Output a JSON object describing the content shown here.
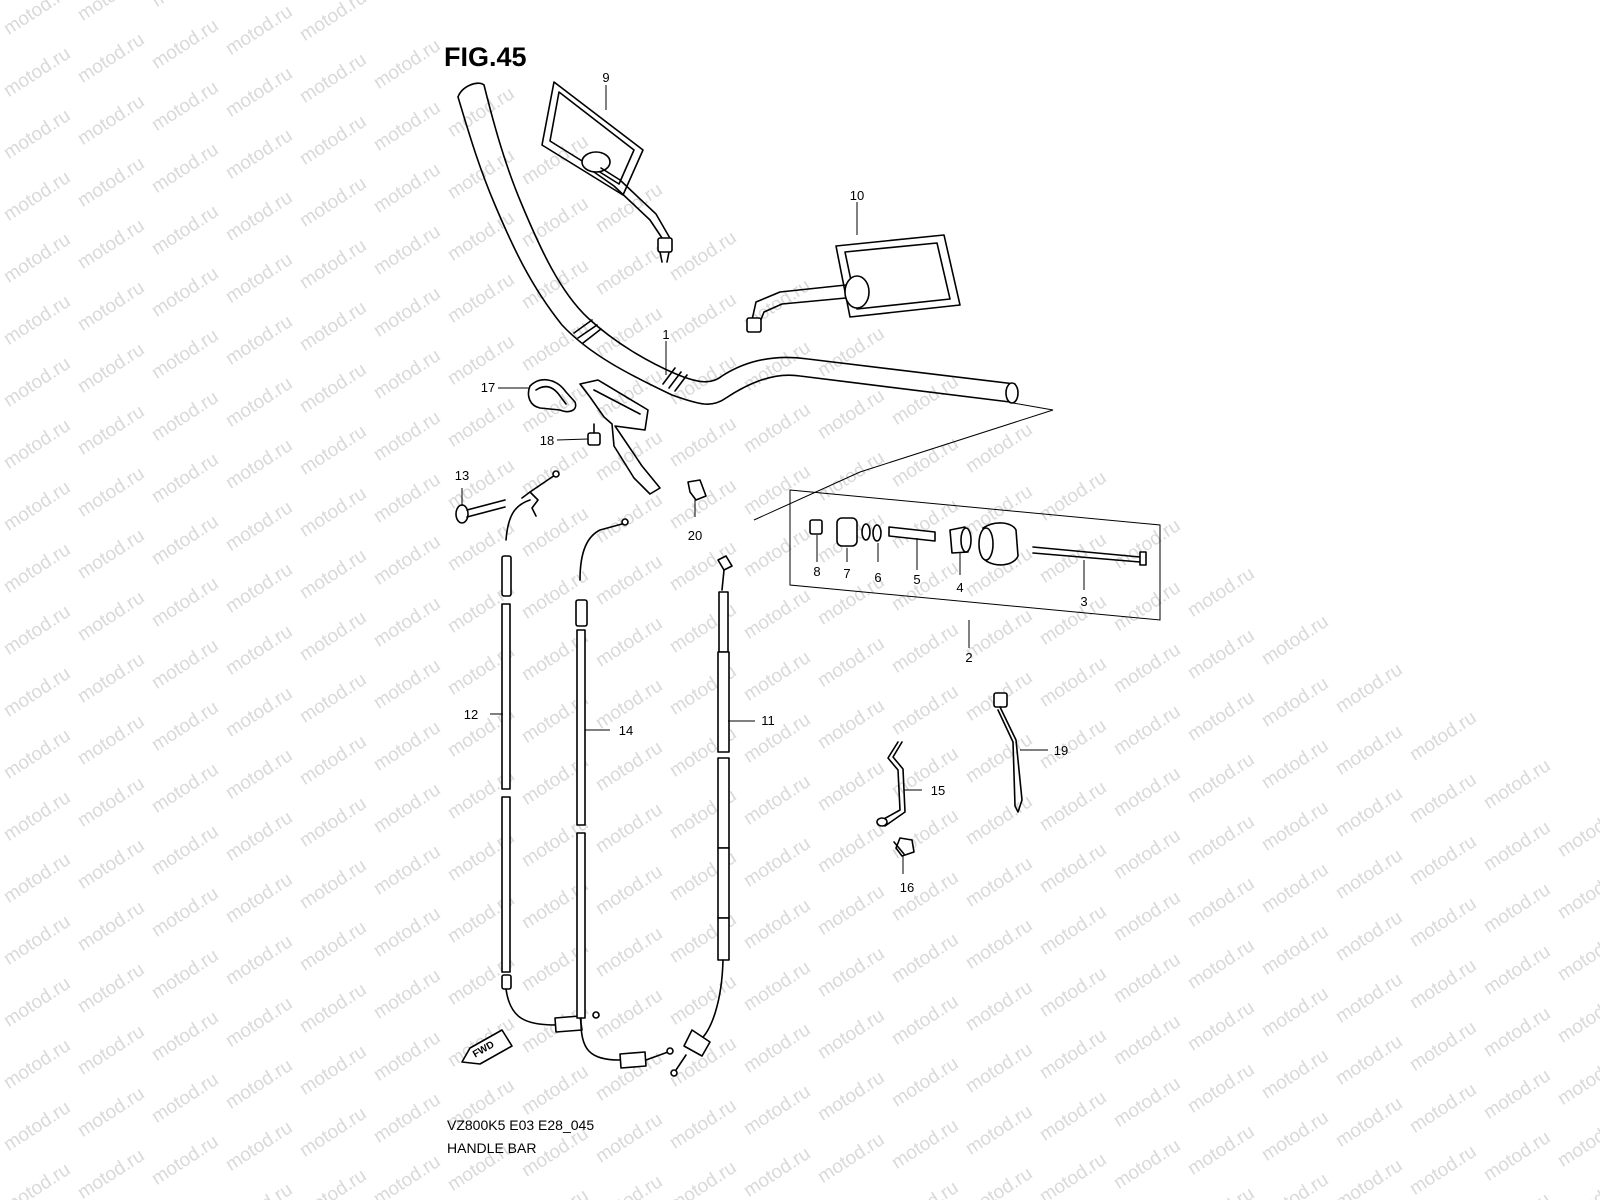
{
  "figure": {
    "title": "FIG.45",
    "code": "VZ800K5 E03 E28_045",
    "name": "HANDLE BAR",
    "watermark": "motod.ru",
    "fwd_label": "FWD"
  },
  "callouts": [
    "1",
    "2",
    "3",
    "4",
    "5",
    "6",
    "7",
    "8",
    "9",
    "10",
    "11",
    "12",
    "13",
    "14",
    "15",
    "16",
    "17",
    "18",
    "19",
    "20"
  ]
}
